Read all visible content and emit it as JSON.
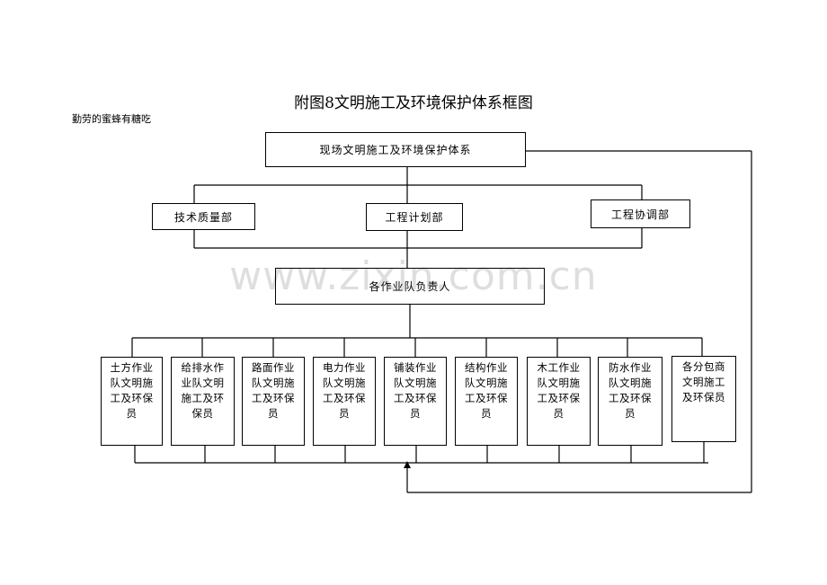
{
  "title": "附图8文明施工及环境保护体系框图",
  "subtitle": "勤劳的蜜蜂有糖吃",
  "watermark": "www.zixin.com.cn",
  "top_box": "现场文明施工及环境保护体系",
  "departments": [
    "技术质量部",
    "工程计划部",
    "工程协调部"
  ],
  "leader_box": "各作业队负责人",
  "teams": [
    [
      "土方作业",
      "队文明施",
      "工及环保",
      "员"
    ],
    [
      "给排水作",
      "业队文明",
      "施工及环",
      "保员"
    ],
    [
      "路面作业",
      "队文明施",
      "工及环保",
      "员"
    ],
    [
      "电力作业",
      "队文明施",
      "工及环保",
      "员"
    ],
    [
      "铺装作业",
      "队文明施",
      "工及环保",
      "员"
    ],
    [
      "结构作业",
      "队文明施",
      "工及环保",
      "员"
    ],
    [
      "木工作业",
      "队文明施",
      "工及环保",
      "员"
    ],
    [
      "防水作业",
      "队文明施",
      "工及环保",
      "员"
    ],
    [
      "各分包商",
      "文明施工",
      "及环保员"
    ]
  ]
}
